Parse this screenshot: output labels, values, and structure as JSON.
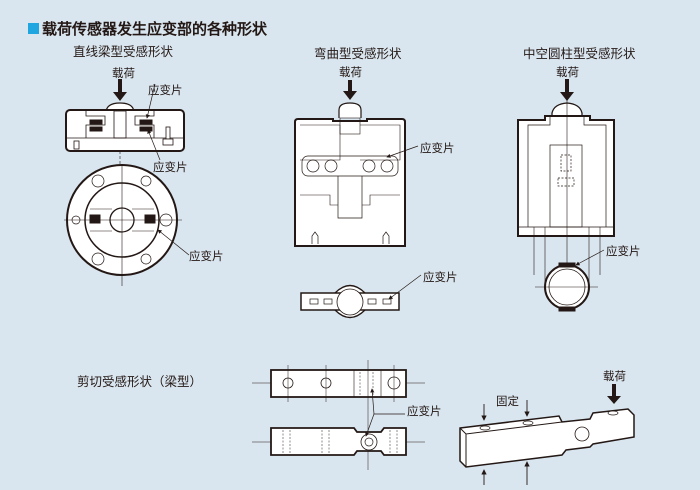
{
  "title": "载荷传感器发生应变部的各种形状",
  "colors": {
    "background": "#dae6ef",
    "accent": "#1fa6e0",
    "ink": "#231815"
  },
  "sections": {
    "straight_beam": {
      "heading": "直线梁型受感形状",
      "load": "载荷",
      "gauge_top": "应变片",
      "gauge_mid": "应变片",
      "gauge_disk": "应变片"
    },
    "bending": {
      "heading": "弯曲型受感形状",
      "load": "载荷",
      "gauge_top": "应变片",
      "gauge_bottom": "应变片"
    },
    "hollow_cylinder": {
      "heading": "中空圆柱型受感形状",
      "load": "载荷",
      "gauge": "应变片"
    },
    "shear_beam": {
      "heading": "剪切受感形状（梁型）",
      "gauge": "应变片",
      "fixed": "固定",
      "load": "载荷"
    }
  }
}
